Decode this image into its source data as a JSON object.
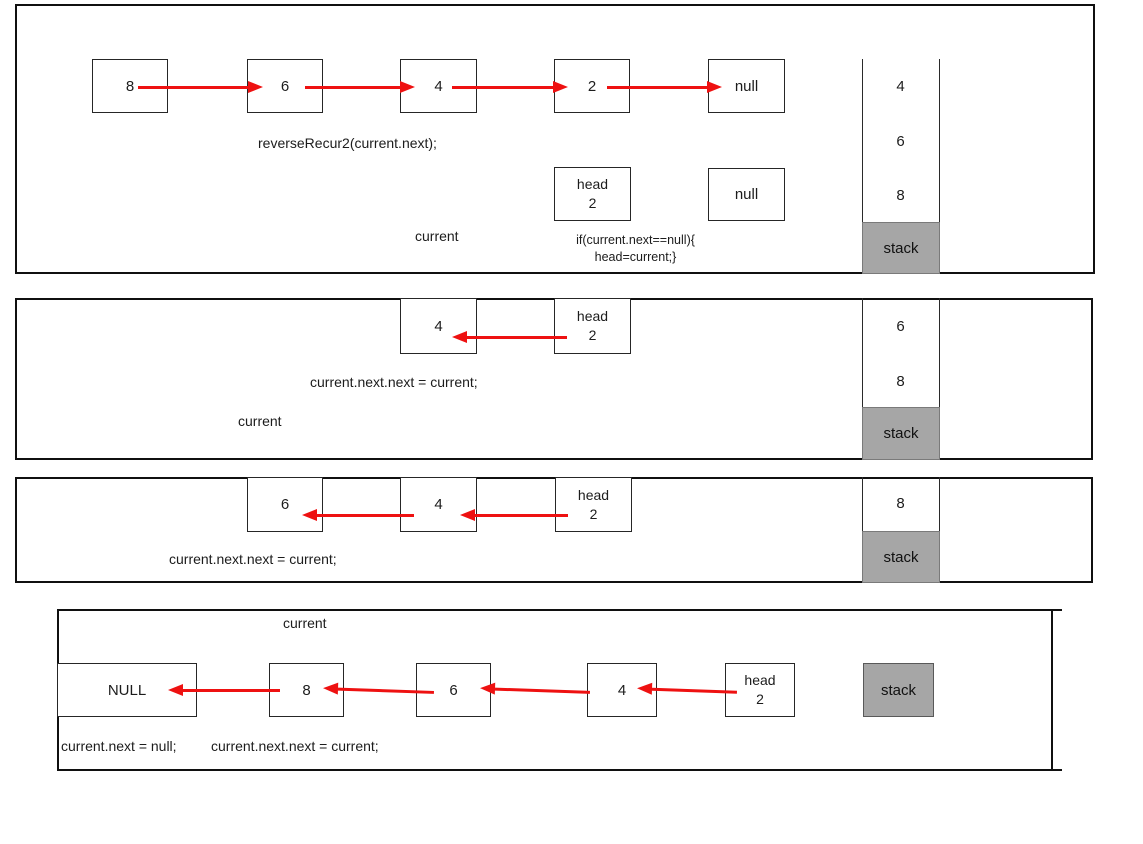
{
  "colors": {
    "arrow_red": "#ee1111",
    "stack_gray": "#a6a6a6",
    "line_black": "#101010"
  },
  "panel1": {
    "nodes": [
      "8",
      "6",
      "4",
      "2",
      "null"
    ],
    "recur_call": "reverseRecur2(current.next);",
    "head_box": {
      "label": "head",
      "value": "2"
    },
    "null_box": "null",
    "current_label": "current",
    "if_code_line1": "if(current.next==null){",
    "if_code_line2": "head=current;}",
    "stack": {
      "values": [
        "4",
        "6",
        "8"
      ],
      "label": "stack"
    }
  },
  "panel2": {
    "nodes": [
      "4"
    ],
    "head_box": {
      "label": "head",
      "value": "2"
    },
    "assign_code": "current.next.next = current;",
    "current_label": "current",
    "stack": {
      "values": [
        "6",
        "8"
      ],
      "label": "stack"
    }
  },
  "panel3": {
    "nodes": [
      "6",
      "4"
    ],
    "head_box": {
      "label": "head",
      "value": "2"
    },
    "assign_code": "current.next.next = current;",
    "stack": {
      "values": [
        "8"
      ],
      "label": "stack"
    }
  },
  "panel4": {
    "current_label": "current",
    "nodes": [
      "NULL",
      "8",
      "6",
      "4"
    ],
    "head_box": {
      "label": "head",
      "value": "2"
    },
    "null_assign_code": "current.next = null;",
    "assign_code": "current.next.next = current;",
    "stack": {
      "label": "stack"
    }
  }
}
